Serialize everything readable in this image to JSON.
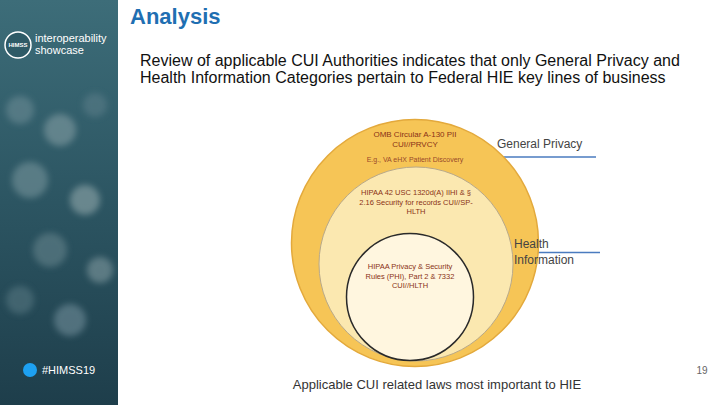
{
  "diagram": {
    "title": "Analysis",
    "caption": "Applicable CUI related laws most important to HIE",
    "nodes": [
      {
        "text": [
          "OMB Circular A-130 PII CUI//PRVCY",
          "E.g., VA eHX Patient Discovery"
        ]
      },
      {
        "text": [
          "HIPAA 42 USC 1320d(A) IIHI & § 2.16 Security for records CUI//SP-HLTH"
        ],
        "in": 0
      },
      {
        "text": [
          "HIPAA Privacy & Security Rules (PHI), Part 2 & 7332 CUI//HLTH"
        ],
        "in": 1
      }
    ],
    "labels": [
      "Review of applicable CUI Authorities indicates that only General Privacy and Health Information Categories pertain to Federal HIE key lines of business",
      "General Privacy",
      "Health Information",
      "HIMSS",
      "interoperability showcase",
      "#HIMSS19",
      "19"
    ]
  }
}
